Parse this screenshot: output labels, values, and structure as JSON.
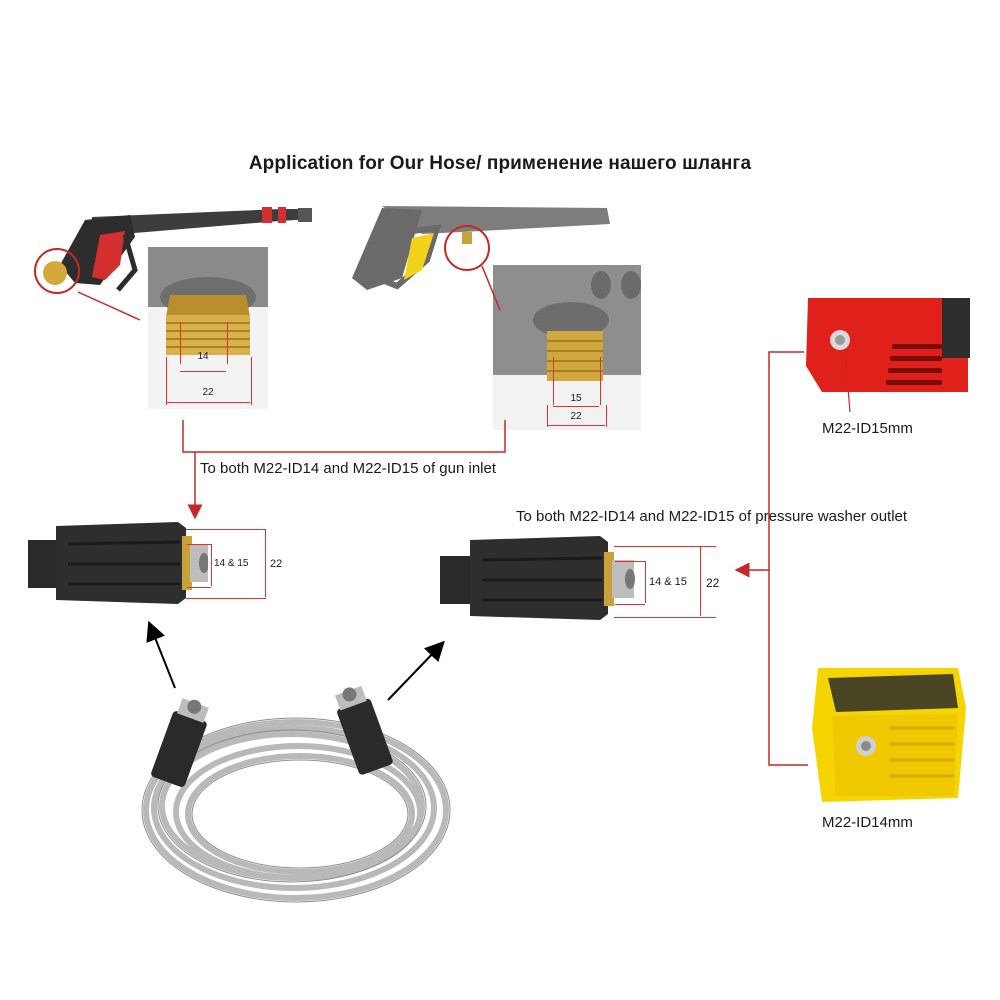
{
  "title": "Application for Our Hose/ применение нашего шланга",
  "captions": {
    "gun_inlet": "To both M22-ID14 and M22-ID15 of gun inlet",
    "washer_outlet": "To both M22-ID14 and M22-ID15 of pressure washer outlet"
  },
  "gun_fitting_1": {
    "inner": "14",
    "outer": "22"
  },
  "gun_fitting_2": {
    "inner": "15",
    "outer": "22"
  },
  "hose_end_left": {
    "inner": "14 & 15",
    "outer": "22"
  },
  "hose_end_right": {
    "inner": "14 & 15",
    "outer": "22"
  },
  "washer_red": {
    "label": "M22-ID15mm"
  },
  "washer_yellow": {
    "label": "M22-ID14mm"
  },
  "colors": {
    "pointer_red": "#c62828",
    "arrow_black": "#000000",
    "gun_red": "#d32f2f",
    "washer_red": "#e0201b",
    "washer_yellow": "#f6d400",
    "brass": "#c9a13a",
    "hose_grey": "#b9b9b9"
  }
}
